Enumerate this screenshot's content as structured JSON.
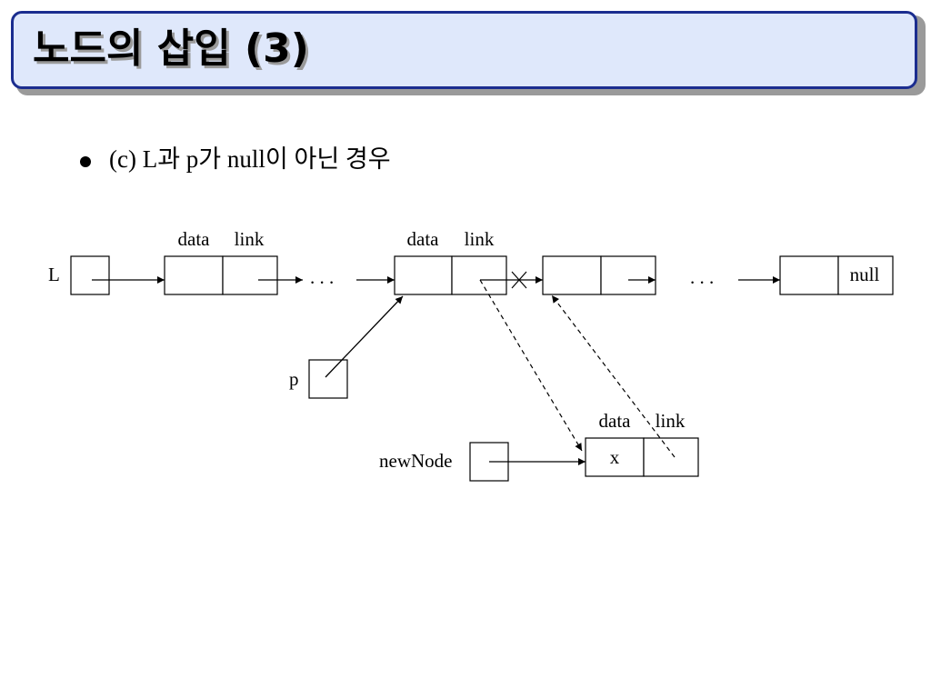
{
  "header": {
    "title": "노드의 삽입 (3)"
  },
  "bullet": {
    "text": "(c) L과 p가 null이 아닌 경우"
  },
  "diagram": {
    "field_labels": [
      "data",
      "link",
      "data",
      "link",
      "data",
      "link"
    ],
    "pointer_labels": {
      "L": "L",
      "p": "p",
      "newNode": "newNode"
    },
    "ellipsis": ". . .",
    "null_label": "null",
    "new_node_data": "x"
  }
}
